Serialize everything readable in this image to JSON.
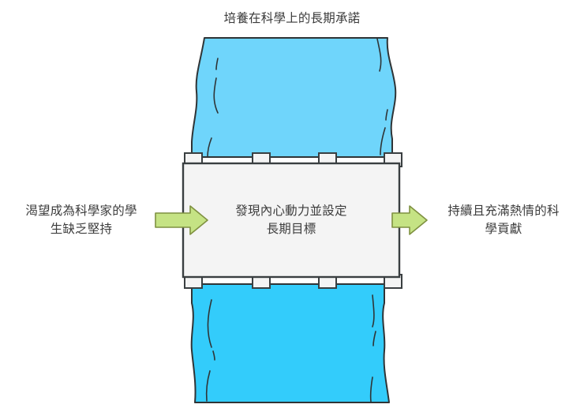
{
  "diagram": {
    "type": "process-flow-barrier",
    "title": "培養在科學上的長期承諾",
    "input": {
      "label": "渴望成為科學家的學\n生缺乏堅持",
      "arrow_icon": "right-arrow-icon"
    },
    "process": {
      "label": "發現內心動力並設定\n長期目標",
      "shape": "bridge-block",
      "tab_count_top": 4,
      "tab_count_bottom": 4
    },
    "output": {
      "label": "持續且充滿熱情的科\n學貢獻",
      "arrow_icon": "right-arrow-icon"
    },
    "stream": {
      "upper_name": "upper-water-stream",
      "lower_name": "lower-water-stream"
    },
    "colors": {
      "stream_upper": "#6FD5FB",
      "stream_lower": "#33CCFB",
      "stream_outline": "#2f3436",
      "arrow_fill": "#C5E384",
      "arrow_stroke": "#7f9141",
      "block_fill": "#F4F4F4",
      "block_stroke": "#3a3f41",
      "text": "#3c3c3c",
      "background": "#ffffff"
    }
  }
}
